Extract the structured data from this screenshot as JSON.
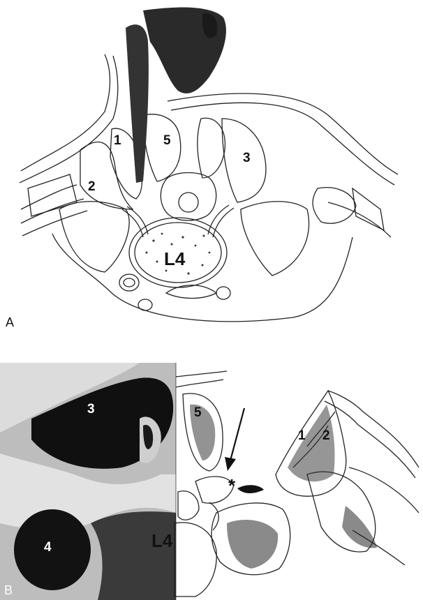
{
  "panel_a": {
    "letter": "A",
    "labels": {
      "m1": "1",
      "m2": "2",
      "m3": "3",
      "m5": "5",
      "vertebra": "L4"
    }
  },
  "panel_b": {
    "letter": "B",
    "mri_labels": {
      "m3": "3",
      "m4": "4",
      "vertebra": "L4"
    },
    "drawing_labels": {
      "m5": "5",
      "m1": "1",
      "m2": "2",
      "asterisk": "*"
    }
  },
  "colors": {
    "ink": "#111111",
    "mri_dark": "#101010",
    "mri_light": "#d8d8d8"
  }
}
